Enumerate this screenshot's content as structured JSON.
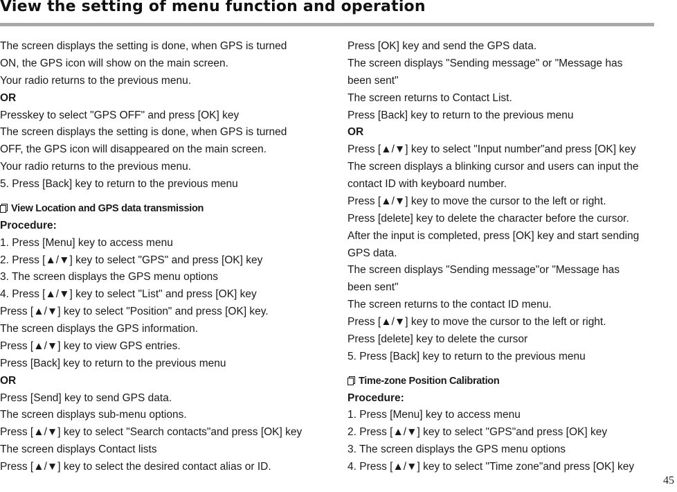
{
  "title": "View the setting of menu function and operation",
  "page_number": "45",
  "left_column": [
    {
      "text": "The screen displays the setting is done, when GPS is turned"
    },
    {
      "text": "ON, the GPS icon will show on the main screen."
    },
    {
      "text": "Your radio returns to the previous menu."
    },
    {
      "text": "OR",
      "style": "bold"
    },
    {
      "text": "Presskey to select \"GPS OFF\" and press [OK] key"
    },
    {
      "text": "The screen displays the setting is done, when GPS is turned"
    },
    {
      "text": "OFF, the GPS icon will disappeared on the main screen."
    },
    {
      "text": "Your radio returns to the previous menu."
    },
    {
      "text": "5. Press [Back] key to return to the previous menu"
    },
    {
      "text": "View Location and GPS data transmission",
      "style": "heading",
      "icon": "document-icon"
    },
    {
      "text": "Procedure:",
      "style": "bold"
    },
    {
      "text": "1. Press [Menu] key to access menu"
    },
    {
      "text": "2. Press [▲/▼] key to select \"GPS\" and press [OK] key"
    },
    {
      "text": "3. The screen displays the GPS menu options"
    },
    {
      "text": "4. Press [▲/▼] key to select \"List\" and press [OK] key"
    },
    {
      "text": "Press [▲/▼] key to select \"Position\" and press [OK] key."
    },
    {
      "text": "The screen displays the GPS information."
    },
    {
      "text": "Press [▲/▼] key to view GPS entries."
    },
    {
      "text": "Press [Back] key to return to the previous menu"
    },
    {
      "text": "OR",
      "style": "bold"
    },
    {
      "text": "Press [Send] key to send GPS data."
    },
    {
      "text": "The screen displays sub-menu options."
    },
    {
      "text": "Press [▲/▼] key to select \"Search contacts\"and press [OK] key"
    },
    {
      "text": "The screen displays Contact lists"
    },
    {
      "text": "Press [▲/▼] key to select the desired contact alias or ID."
    }
  ],
  "right_column": [
    {
      "text": "Press [OK] key and send the GPS data."
    },
    {
      "text": "The screen displays \"Sending message\" or \"Message has"
    },
    {
      "text": "been sent\""
    },
    {
      "text": "The screen returns to Contact List."
    },
    {
      "text": "Press [Back] key to return to the previous menu"
    },
    {
      "text": "OR",
      "style": "bold"
    },
    {
      "text": "Press [▲/▼] key to select \"Input number\"and press [OK] key"
    },
    {
      "text": "The screen displays a blinking cursor and users can input the"
    },
    {
      "text": "contact ID with keyboard number."
    },
    {
      "text": "Press [▲/▼] key to move the cursor to the left or right."
    },
    {
      "text": "Press [delete] key to delete the character before the cursor."
    },
    {
      "text": "After the input is completed, press [OK] key and start sending"
    },
    {
      "text": "GPS data."
    },
    {
      "text": "The screen displays \"Sending message\"or \"Message has"
    },
    {
      "text": "been sent\""
    },
    {
      "text": "The screen returns to the contact ID menu."
    },
    {
      "text": "Press [▲/▼] key to move the cursor to the left or right."
    },
    {
      "text": "Press [delete] key to delete the cursor"
    },
    {
      "text": "5. Press [Back] key to return to the previous menu"
    },
    {
      "text": "Time-zone Position Calibration",
      "style": "heading",
      "icon": "document-icon"
    },
    {
      "text": "Procedure:",
      "style": "bold"
    },
    {
      "text": "1. Press [Menu] key to access menu"
    },
    {
      "text": "2. Press [▲/▼] key to select \"GPS\"and press [OK] key"
    },
    {
      "text": "3. The screen displays the GPS menu options"
    },
    {
      "text": "4. Press [▲/▼] key to select \"Time zone\"and press [OK] key"
    }
  ]
}
